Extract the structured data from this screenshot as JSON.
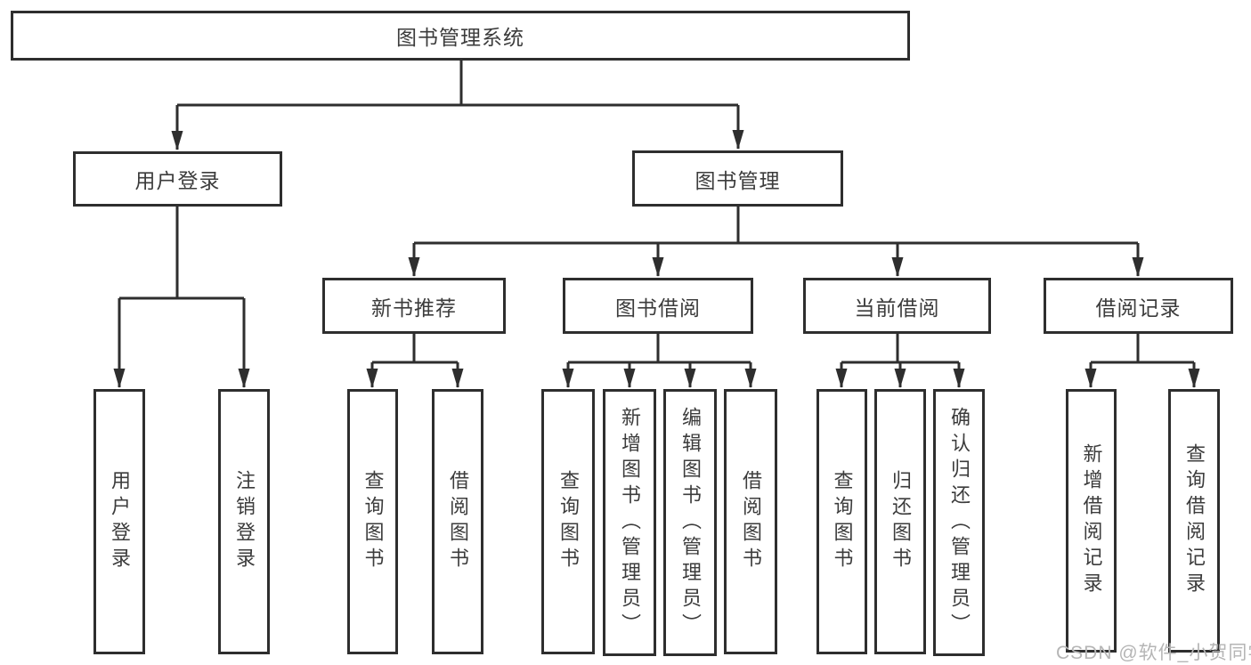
{
  "diagram": {
    "root": {
      "label": "图书管理系统"
    },
    "branches": [
      {
        "label": "用户登录",
        "children": [
          {
            "label": "用户登录"
          },
          {
            "label": "注销登录"
          }
        ]
      },
      {
        "label": "图书管理",
        "groups": [
          {
            "label": "新书推荐",
            "children": [
              {
                "label": "查询图书"
              },
              {
                "label": "借阅图书"
              }
            ]
          },
          {
            "label": "图书借阅",
            "children": [
              {
                "label": "查询图书"
              },
              {
                "label": "新增图书（管理员）"
              },
              {
                "label": "编辑图书（管理员）"
              },
              {
                "label": "借阅图书"
              }
            ]
          },
          {
            "label": "当前借阅",
            "children": [
              {
                "label": "查询图书"
              },
              {
                "label": "归还图书"
              },
              {
                "label": "确认归还（管理员）"
              }
            ]
          },
          {
            "label": "借阅记录",
            "children": [
              {
                "label": "新增借阅记录"
              },
              {
                "label": "查询借阅记录"
              }
            ]
          }
        ]
      }
    ]
  },
  "watermark": {
    "text": "CSDN @软件_小贺同学"
  },
  "colors": {
    "line": "#2e2e2e",
    "box_border": "#2e2e2e",
    "text": "#3c3c3c",
    "watermark": "#b5b5b5",
    "background": "#ffffff"
  }
}
